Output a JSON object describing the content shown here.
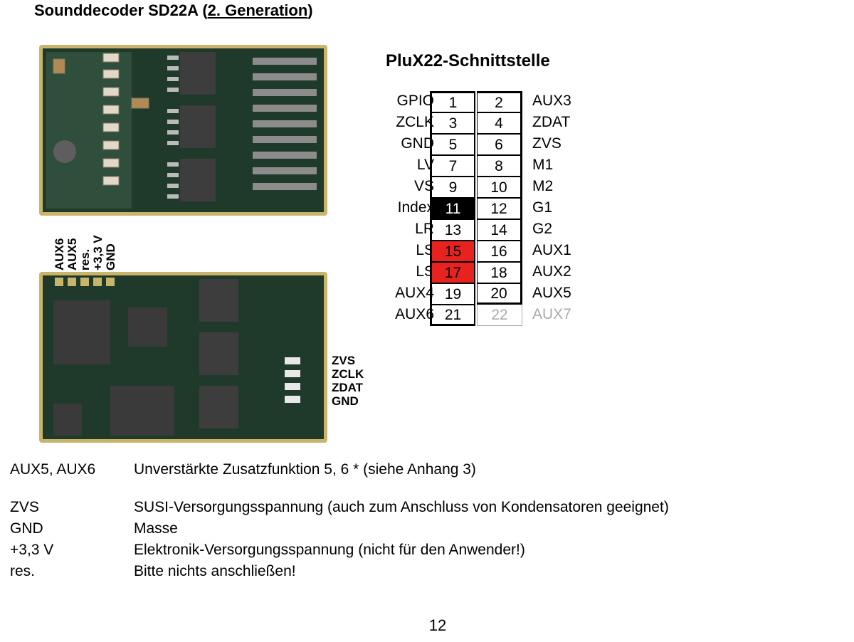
{
  "title": {
    "part1": "Sounddecoder SD22A (",
    "underlined": "2. Generation",
    "part2": ")"
  },
  "board_labels_vertical": [
    "AUX6",
    "AUX5",
    "res.",
    "+3,3 V",
    "GND"
  ],
  "board_labels_side": [
    "ZVS",
    "ZCLK",
    "ZDAT",
    "GND"
  ],
  "plux": {
    "title": "PluX22-Schnittstelle",
    "rows": [
      {
        "left": "GPIO",
        "n1": "1",
        "n2": "2",
        "right": "AUX3"
      },
      {
        "left": "ZCLK",
        "n1": "3",
        "n2": "4",
        "right": "ZDAT"
      },
      {
        "left": "GND",
        "n1": "5",
        "n2": "6",
        "right": "ZVS"
      },
      {
        "left": "LV",
        "n1": "7",
        "n2": "8",
        "right": "M1"
      },
      {
        "left": "VS",
        "n1": "9",
        "n2": "10",
        "right": "M2"
      },
      {
        "left": "Index",
        "n1": "11",
        "n2": "12",
        "right": "G1"
      },
      {
        "left": "LR",
        "n1": "13",
        "n2": "14",
        "right": "G2"
      },
      {
        "left": "LS",
        "n1": "15",
        "n2": "16",
        "right": "AUX1"
      },
      {
        "left": "LS",
        "n1": "17",
        "n2": "18",
        "right": "AUX2"
      },
      {
        "left": "AUX4",
        "n1": "19",
        "n2": "20",
        "right": "AUX5"
      },
      {
        "left": "AUX6",
        "n1": "21",
        "n2": "22",
        "right": "AUX7"
      }
    ]
  },
  "definitions": {
    "aux": {
      "key": "AUX5, AUX6",
      "value": "Unverstärkte Zusatzfunktion 5, 6 * (siehe Anhang 3)"
    },
    "zvs": {
      "key": "ZVS",
      "value": "SUSI-Versorgungsspannung (auch zum Anschluss von Kondensatoren geeignet)"
    },
    "gnd": {
      "key": "GND",
      "value": "Masse"
    },
    "v33": {
      "key": "+3,3 V",
      "value": "Elektronik-Versorgungsspannung (nicht für den Anwender!)"
    },
    "res": {
      "key": "res.",
      "value": "Bitte nichts anschließen!"
    }
  },
  "page_number": "12",
  "colors": {
    "pin_black": "#000000",
    "pin_red": "#e8231f",
    "pcb_green": "#1f3a2b",
    "pcb_border": "#c8b56a"
  }
}
